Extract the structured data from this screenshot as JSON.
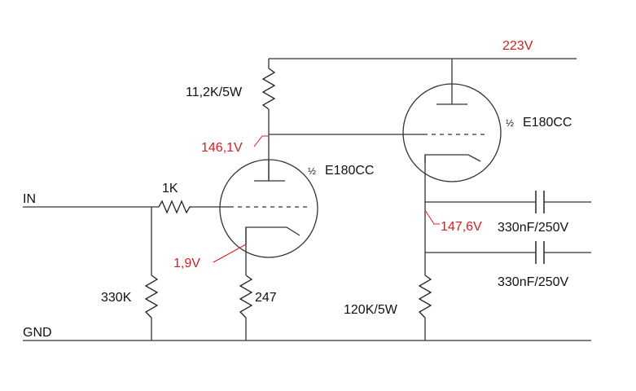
{
  "labels": {
    "input": "IN",
    "ground": "GND",
    "supply_voltage": "223V",
    "r_anode": "11,2K/5W",
    "v_anode_first": "146,1V",
    "tube_half_sym": "½",
    "tube_name": "E180CC",
    "r_grid": "1K",
    "r_grid_leak": "330K",
    "v_cathode_first": "1,9V",
    "r_cathode": "247",
    "v_cathode_second": "147,6V",
    "cap_1": "330nF/250V",
    "cap_2": "330nF/250V",
    "r_cathode_load": "120K/5W"
  },
  "colors": {
    "wire": "#333333",
    "voltage_annotation": "#d42020",
    "text": "#111111"
  }
}
